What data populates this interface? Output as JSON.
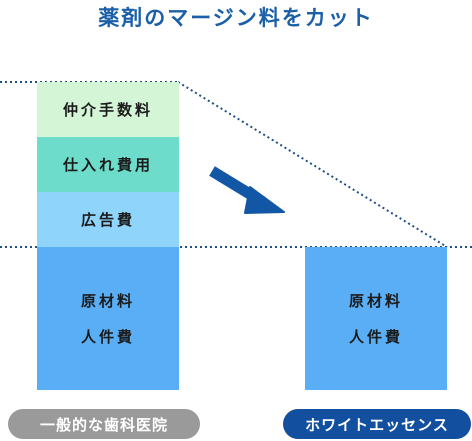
{
  "title": "薬剤のマージン料をカット",
  "left_column": {
    "segments": [
      "仲介手数料",
      "仕入れ費用",
      "広告費"
    ],
    "material_lines": [
      "原材料",
      "人件費"
    ],
    "caption": "一般的な歯科医院"
  },
  "right_column": {
    "material_lines": [
      "原材料",
      "人件費"
    ],
    "caption": "ホワイトエッセンス"
  },
  "colors": {
    "title": "#1a5fa8",
    "fee": "#d4f5d6",
    "purchase": "#6ddccb",
    "ad": "#8fd4fb",
    "material": "#5aaef5",
    "arrow": "#1257a5",
    "dotted_line": "#1f4f86",
    "caption_left": "#9a9a9a",
    "caption_right": "#124f9e"
  },
  "icons": {
    "reduction_arrow": "arrow-down-right-icon"
  }
}
